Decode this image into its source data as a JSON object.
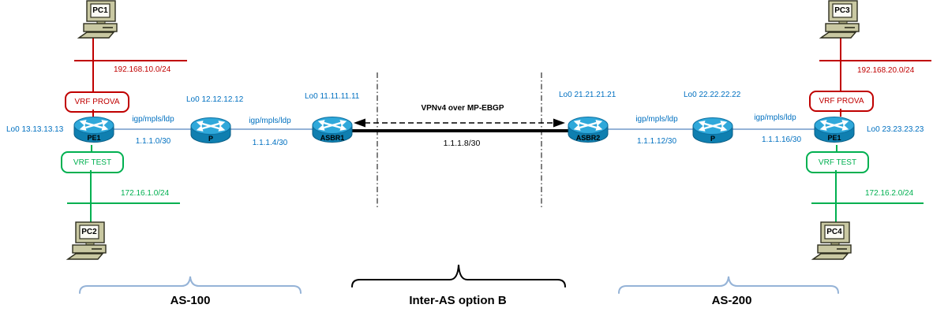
{
  "nodes": {
    "pc1": {
      "label": "PC1"
    },
    "pc2": {
      "label": "PC2"
    },
    "pc3": {
      "label": "PC3"
    },
    "pc4": {
      "label": "PC4"
    },
    "pe1_left": {
      "label": "PE1",
      "loopback": "Lo0 13.13.13.13"
    },
    "p_left": {
      "label": "P",
      "loopback": "Lo0 12.12.12.12"
    },
    "asbr1": {
      "label": "ASBR1",
      "loopback": "Lo0 11.11.11.11"
    },
    "asbr2": {
      "label": "ASBR2",
      "loopback": "Lo0 21.21.21.21"
    },
    "p_right": {
      "label": "P",
      "loopback": "Lo0 22.22.22.22"
    },
    "pe1_right": {
      "label": "PE1",
      "loopback": "Lo0 23.23.23.23"
    }
  },
  "vrf_boxes": {
    "prova_left": {
      "label": "VRF PROVA"
    },
    "test_left": {
      "label": "VRF TEST"
    },
    "prova_right": {
      "label": "VRF PROVA"
    },
    "test_right": {
      "label": "VRF TEST"
    }
  },
  "lan_segments": {
    "prova_left": {
      "subnet": "192.168.10.0/24"
    },
    "test_left": {
      "subnet": "172.16.1.0/24"
    },
    "prova_right": {
      "subnet": "192.168.20.0/24"
    },
    "test_right": {
      "subnet": "172.16.2.0/24"
    }
  },
  "core_links": {
    "pe1_p_left": {
      "protocols": "igp/mpls/ldp",
      "subnet": "1.1.1.0/30"
    },
    "p_asbr1": {
      "protocols": "igp/mpls/ldp",
      "subnet": "1.1.1.4/30"
    },
    "asbr1_asbr2": {
      "label": "VPNv4 over MP-EBGP",
      "subnet": "1.1.1.8/30"
    },
    "asbr2_p": {
      "protocols": "igp/mpls/ldp",
      "subnet": "1.1.1.12/30"
    },
    "p_pe1_right": {
      "protocols": "igp/mpls/ldp",
      "subnet": "1.1.1.16/30"
    }
  },
  "sections": {
    "as100": {
      "label": "AS-100"
    },
    "inter_as": {
      "label": "Inter-AS option B"
    },
    "as200": {
      "label": "AS-200"
    }
  },
  "colors": {
    "vrf_prova_red": "#C00000",
    "vrf_test_green": "#00B050",
    "label_blue": "#0070C0",
    "core_link_blue": "#95B3D7",
    "brace_blue": "#95B3D7",
    "inter_as_black": "#000000",
    "router_top_blue": "#2FA8DA",
    "router_body_blue": "#0F7FB0",
    "pc_beige": "#C9C8A2"
  }
}
